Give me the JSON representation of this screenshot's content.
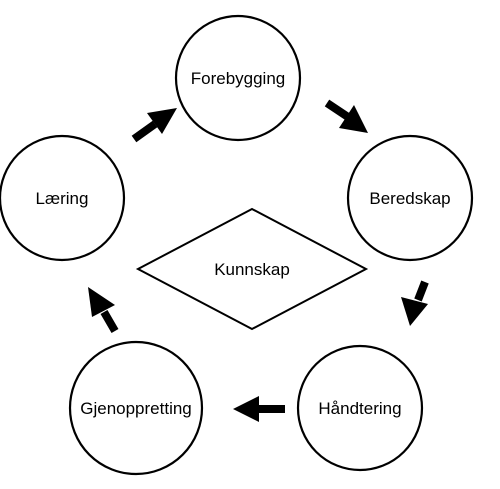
{
  "diagram": {
    "type": "cycle",
    "nodes": [
      {
        "id": "forebygging",
        "label": "Forebygging"
      },
      {
        "id": "beredskap",
        "label": "Beredskap"
      },
      {
        "id": "handtering",
        "label": "Håndtering"
      },
      {
        "id": "gjenoppretting",
        "label": "Gjenoppretting"
      },
      {
        "id": "laering",
        "label": "Læring"
      }
    ],
    "center": {
      "label": "Kunnskap"
    },
    "edges": [
      {
        "from": "forebygging",
        "to": "beredskap"
      },
      {
        "from": "beredskap",
        "to": "handtering"
      },
      {
        "from": "handtering",
        "to": "gjenoppretting"
      },
      {
        "from": "gjenoppretting",
        "to": "laering"
      },
      {
        "from": "laering",
        "to": "forebygging"
      }
    ],
    "colors": {
      "stroke": "#000000",
      "fill": "#ffffff",
      "text": "#000000"
    }
  }
}
